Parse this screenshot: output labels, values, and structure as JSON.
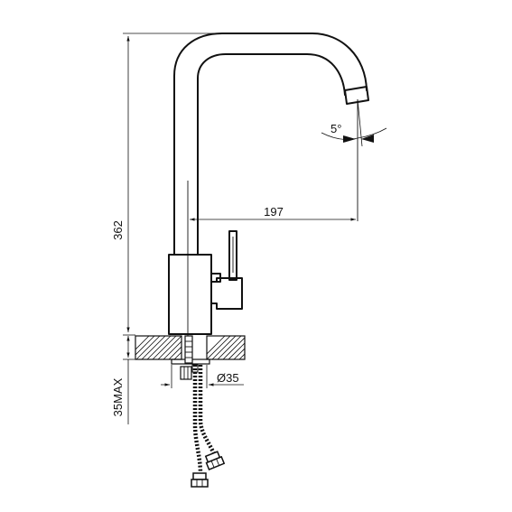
{
  "dimensions": {
    "height": "362",
    "reach": "197",
    "angle": "5°",
    "hole_diameter": "Ø35",
    "counter_thickness": "35MAX"
  }
}
